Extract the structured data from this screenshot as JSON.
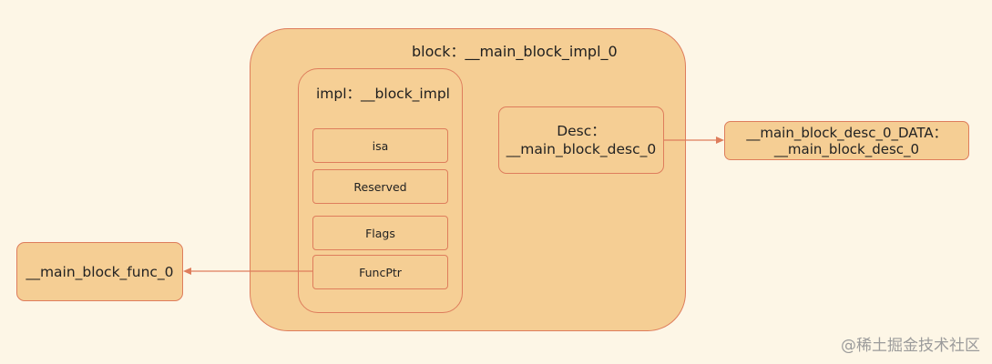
{
  "diagram": {
    "block_title": "block：__main_block_impl_0",
    "impl_title": "impl：__block_impl",
    "fields": [
      "isa",
      "Reserved",
      "Flags",
      "FuncPtr"
    ],
    "desc": {
      "line1": "Desc：",
      "line2": "__main_block_desc_0"
    },
    "desc_data": {
      "line1": "__main_block_desc_0_DATA：",
      "line2": "__main_block_desc_0"
    },
    "func": "__main_block_func_0"
  },
  "colors": {
    "background": "#fdf6e6",
    "fill": "#f5ce94",
    "stroke": "#de7d5c",
    "text": "#1e1e1e"
  },
  "watermark": "@稀土掘金技术社区"
}
